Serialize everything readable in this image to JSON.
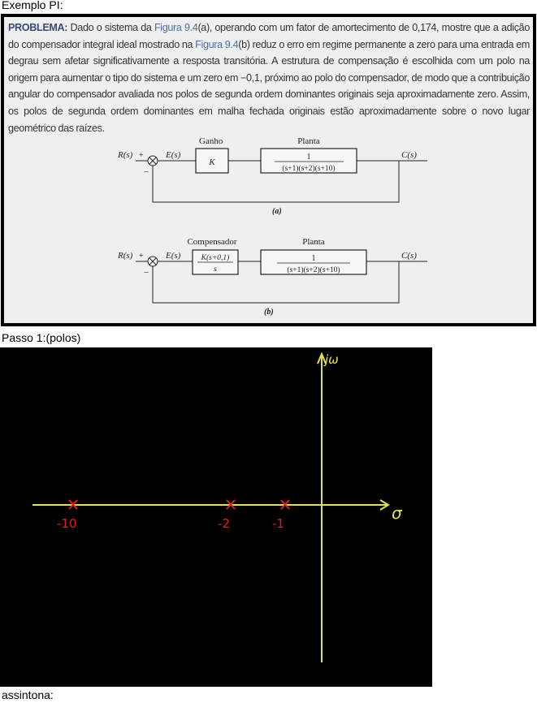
{
  "labels": {
    "example": "Exemplo PI:",
    "step1": "Passo 1:(polos)",
    "asymptote": "assintona:"
  },
  "problem": {
    "keyword": "PROBLEMA:",
    "t1": " Dado o sistema da ",
    "fig_a": "Figura 9.4",
    "t2": "(a), operando com um fator de amortecimento de 0,174, mostre que a adição do compensador integral ideal mostrado na ",
    "fig_b": "Figura 9.4",
    "t3": "(b) reduz o erro em regime permanente a zero para uma entrada em degrau sem afetar significativamente a resposta transitória. A estrutura de compensação é escolhida com um polo na origem para aumentar o tipo do sistema e um zero em −0,1, próximo ao polo do compensador, de modo que a contribuição angular do compensador avaliada nos polos de segunda ordem dominantes originais seja aproximadamente zero. Assim, os polos de segunda ordem dominantes em malha fechada originais estão aproximadamente sobre o novo lugar geométrico das raízes."
  },
  "diagram_a": {
    "input": "R(s)",
    "plus": "+",
    "minus": "−",
    "error": "E(s)",
    "gain_title": "Ganho",
    "gain": "K",
    "plant_title": "Planta",
    "plant_num": "1",
    "plant_den": "(s+1)(s+2)(s+10)",
    "output": "C(s)",
    "caption": "(a)"
  },
  "diagram_b": {
    "input": "R(s)",
    "plus": "+",
    "minus": "−",
    "error": "E(s)",
    "comp_title": "Compensador",
    "comp_num": "K(s+0,1)",
    "comp_den": "s",
    "plant_title": "Planta",
    "plant_num": "1",
    "plant_den": "(s+1)(s+2)(s+10)",
    "output": "C(s)",
    "caption": "(b)"
  },
  "plot": {
    "imag_axis": "jω",
    "real_axis": "σ",
    "poles": [
      {
        "value": -10,
        "label": "-10"
      },
      {
        "value": -2,
        "label": "-2"
      },
      {
        "value": -1,
        "label": "-1"
      }
    ],
    "colors": {
      "axes": "#e6e04a",
      "poles": "#e02020",
      "background": "#000000"
    }
  }
}
